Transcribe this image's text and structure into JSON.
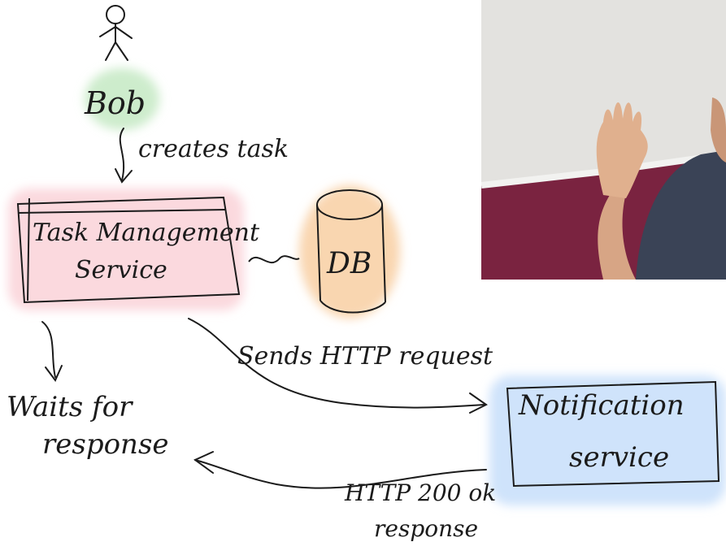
{
  "diagram": {
    "actor": {
      "name": "Bob"
    },
    "edge_creates": "creates task",
    "task_service": {
      "line1": "Task Management",
      "line2": "Service"
    },
    "database": {
      "label": "DB"
    },
    "edge_sends": "Sends HTTP request",
    "waits": {
      "line1": "Waits for",
      "line2": "response"
    },
    "notification": {
      "line1": "Notification",
      "line2": "service"
    },
    "response": {
      "line1": "HTTP 200 ok",
      "line2": "response"
    }
  },
  "colors": {
    "bob_highlight": "#cdeccc",
    "task_highlight": "#fbd9de",
    "db_highlight": "#f9d6b0",
    "notification_highlight": "#cfe3fb",
    "ink": "#1b1b1b"
  },
  "icons": [
    "stick-figure-icon",
    "database-cylinder-icon",
    "wavy-connector-icon",
    "arrow-icon"
  ]
}
